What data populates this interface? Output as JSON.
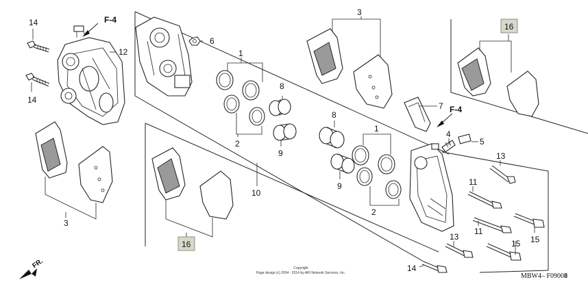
{
  "callouts": {
    "c14a": "14",
    "cF4a": "F-4",
    "c12": "12",
    "c14b": "14",
    "c3a": "3",
    "c6": "6",
    "c1a": "1",
    "c8a": "8",
    "c2a": "2",
    "c9a": "9",
    "c10": "10",
    "c16a": "16",
    "c3b": "3",
    "c16b": "16",
    "c7": "7",
    "cF4b": "F-4",
    "c4": "4",
    "c5": "5",
    "c8b": "8",
    "c1b": "1",
    "c9b": "9",
    "c2b": "2",
    "c13a": "13",
    "c11a": "11",
    "c11b": "11",
    "c13b": "13",
    "c15a": "15",
    "c15b": "15",
    "c14c": "14"
  },
  "front_marker": "FR.",
  "copyright": {
    "line1": "Copyright",
    "line2": "Page design (c) 2004 - 2014 by ARI Network Services, Inc."
  },
  "diagram_code": "MBW4– F0900",
  "diagram_code_suffix": "8"
}
